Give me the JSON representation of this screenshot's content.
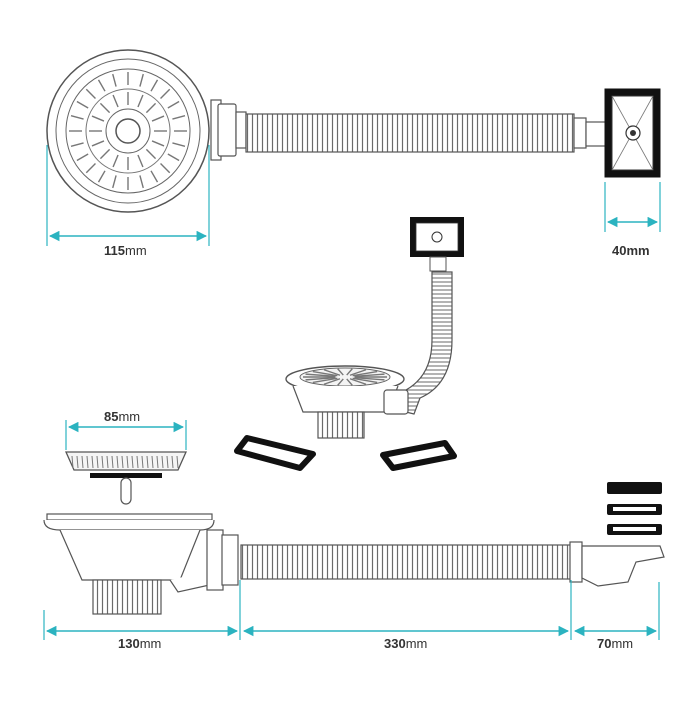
{
  "colors": {
    "line": "#555555",
    "dimension": "#2bb3c0",
    "fill_light": "#f4f4f4",
    "gasket": "#111111"
  },
  "icons": [
    "basket-strainer-top-view",
    "corrugated-hose",
    "overflow-outlet",
    "gasket",
    "assembled-waste-kit"
  ],
  "dimensions": {
    "strainer_diameter": {
      "value": "115",
      "unit": "mm"
    },
    "overflow_width": {
      "value": "40",
      "unit": "mm"
    },
    "basket_width": {
      "value": "85",
      "unit": "mm"
    },
    "body_width": {
      "value": "130",
      "unit": "mm"
    },
    "hose_length": {
      "value": "330",
      "unit": "mm"
    },
    "outlet_length": {
      "value": "70",
      "unit": "mm"
    }
  }
}
